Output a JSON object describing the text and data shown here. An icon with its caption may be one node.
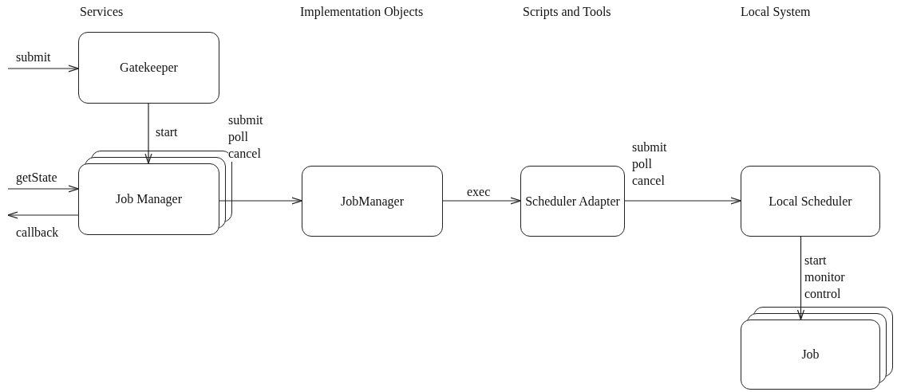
{
  "diagram": {
    "nodes": [
      {
        "text": [
          "Gatekeeper"
        ]
      },
      {
        "text": [
          "Job Manager"
        ]
      },
      {
        "text": [
          "JobManager"
        ]
      },
      {
        "text": [
          "Scheduler Adapter"
        ]
      },
      {
        "text": [
          "Local Scheduler"
        ]
      },
      {
        "text": [
          "Job"
        ]
      }
    ],
    "edges": [
      {
        "from": null,
        "to": 0,
        "arrow": "to",
        "label": "submit"
      },
      {
        "from": 0,
        "to": 1,
        "arrow": "to",
        "label": "start"
      },
      {
        "from": null,
        "to": 1,
        "arrow": "to",
        "label": "getState"
      },
      {
        "from": 1,
        "to": null,
        "arrow": "to",
        "label": "callback"
      },
      {
        "from": 1,
        "to": 2,
        "arrow": "to",
        "label": "submit poll cancel"
      },
      {
        "from": 2,
        "to": 3,
        "arrow": "to",
        "label": "exec"
      },
      {
        "from": 3,
        "to": 4,
        "arrow": "to",
        "label": "submit poll cancel"
      },
      {
        "from": 4,
        "to": 5,
        "arrow": "to",
        "label": "start monitor control"
      }
    ],
    "labels": [
      "Services",
      "Implementation Objects",
      "Scripts and Tools",
      "Local System"
    ]
  }
}
